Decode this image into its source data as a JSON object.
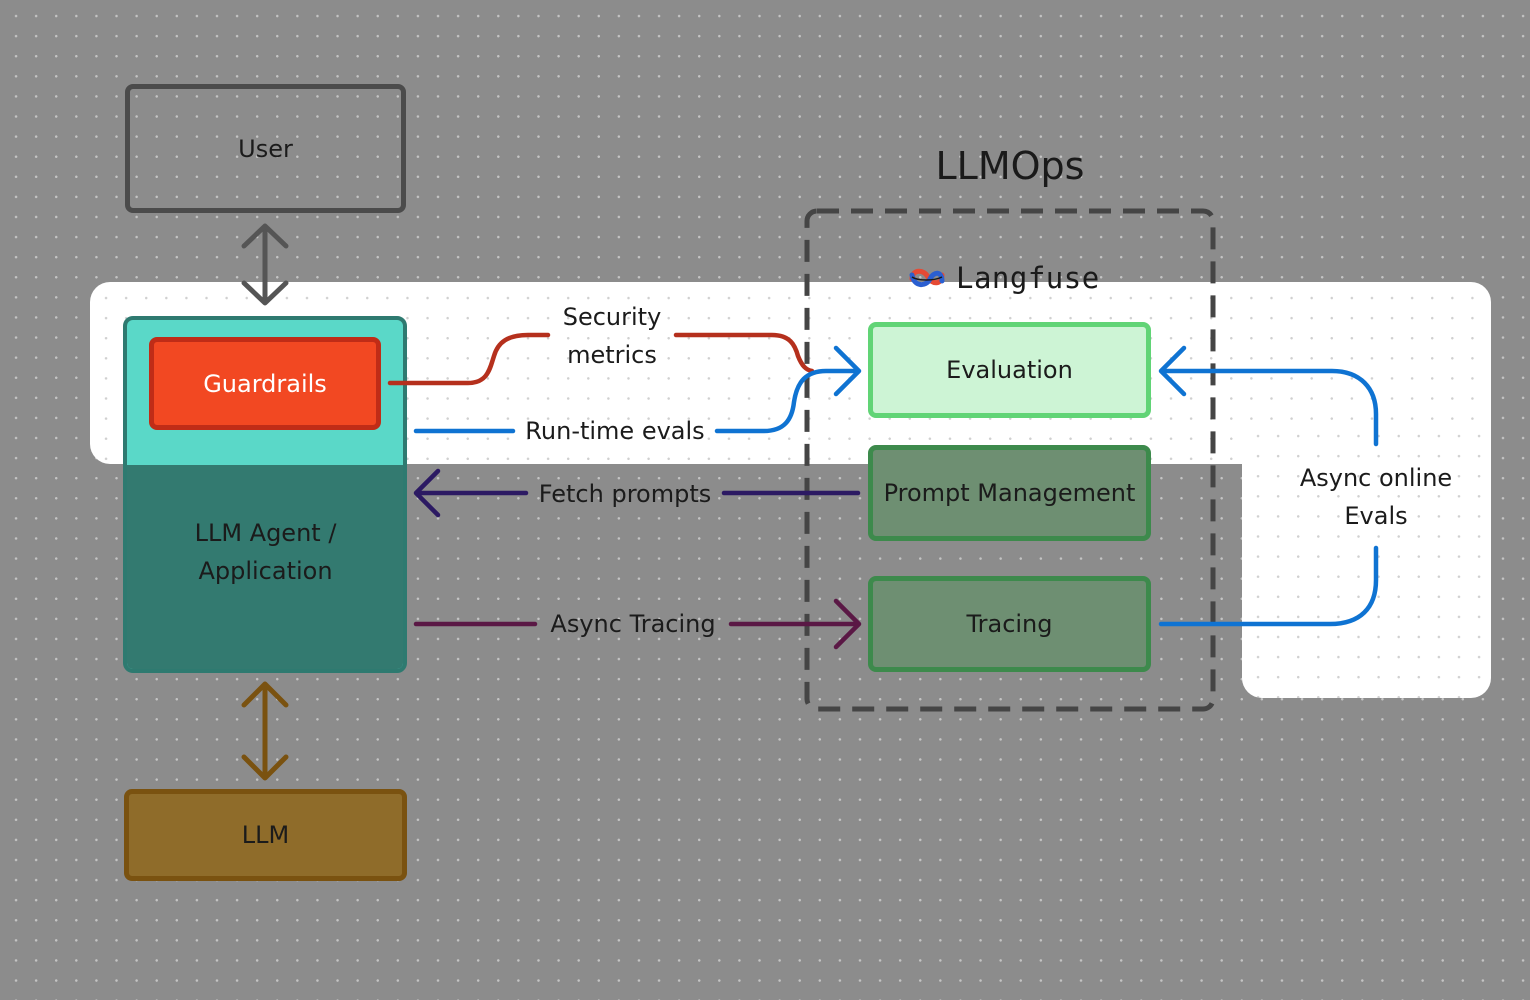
{
  "title": "LLMOps",
  "brand": {
    "name": "Langfuse",
    "logo_icon": "langfuse-knot-icon"
  },
  "nodes": {
    "user": "User",
    "guardrails": "Guardrails",
    "agent_line1": "LLM Agent /",
    "agent_line2": "Application",
    "llm": "LLM",
    "evaluation": "Evaluation",
    "prompt_management": "Prompt Management",
    "tracing": "Tracing"
  },
  "edges": {
    "security_line1": "Security",
    "security_line2": "metrics",
    "runtime_evals": "Run-time evals",
    "fetch_prompts": "Fetch prompts",
    "async_tracing": "Async Tracing",
    "async_online_line1": "Async online",
    "async_online_line2": "Evals"
  },
  "colors": {
    "canvas": "#8c8c8c",
    "security_edge": "#b5301d",
    "eval_edge": "#0f73d2",
    "fetch_edge": "#2c1a63",
    "tracing_edge": "#5a1845",
    "llm_edge": "#7a5210",
    "guardrails_fill": "#f24822",
    "agent_fill": "#5ad8c8",
    "langfuse_box_fill": "#cdf4d5",
    "langfuse_box_border": "#61d476"
  }
}
